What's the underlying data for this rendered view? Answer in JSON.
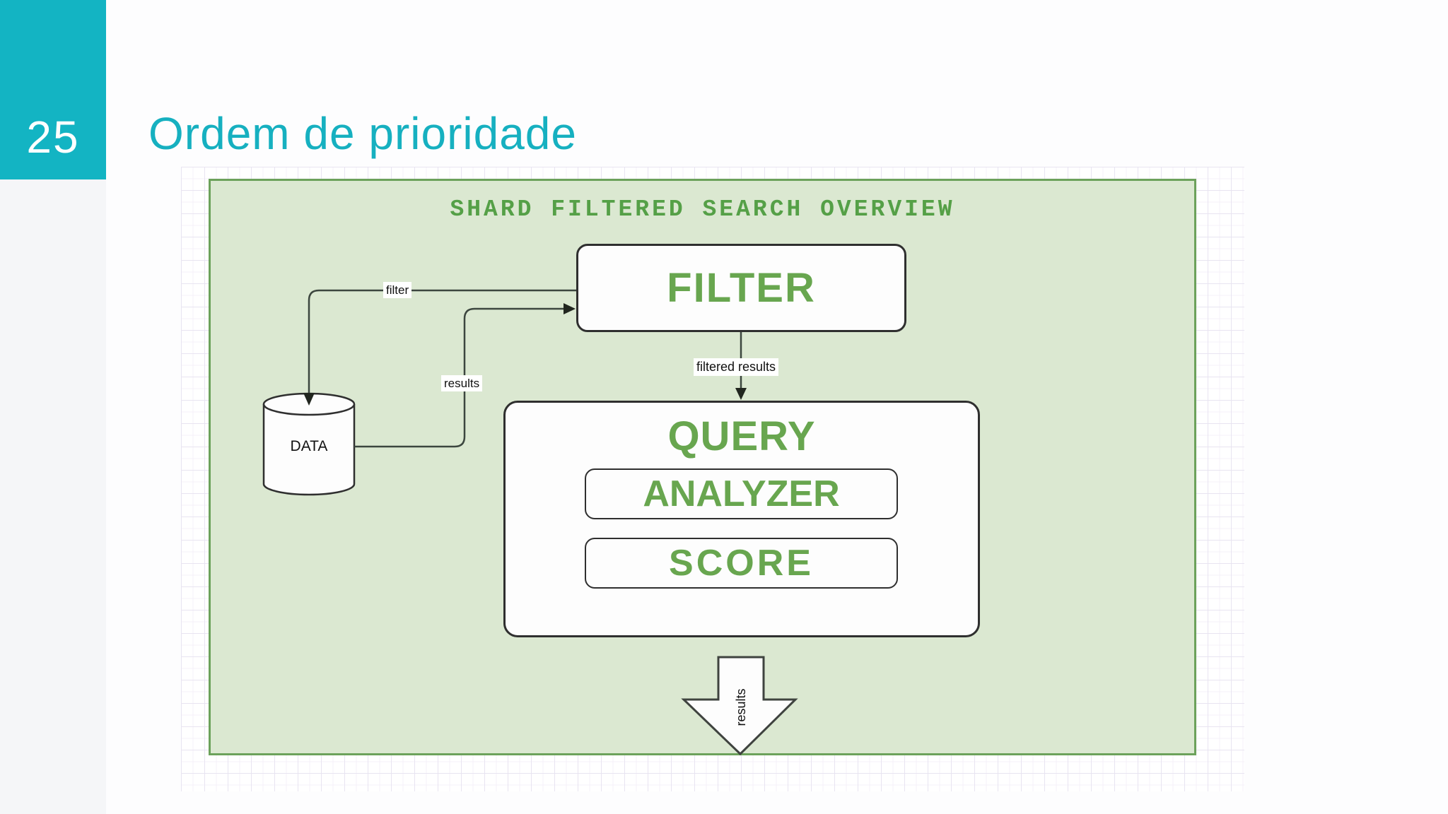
{
  "slide": {
    "number": "25",
    "title": "Ordem de prioridade"
  },
  "diagram": {
    "title": "SHARD FILTERED SEARCH OVERVIEW",
    "nodes": {
      "filter": "FILTER",
      "query": "QUERY",
      "analyzer": "ANALYZER",
      "score": "SCORE",
      "data_store": "DATA"
    },
    "edges": {
      "filter_label": "filter",
      "results_label": "results",
      "filtered_results_label": "filtered results",
      "output_label": "results"
    },
    "colors": {
      "accent_teal": "#13b4c3",
      "title_teal": "#16b0c0",
      "green_text": "#68a64f",
      "panel_fill": "#dbe8d1",
      "panel_border": "#6ca25b",
      "connector_line": "#3c463f"
    }
  }
}
